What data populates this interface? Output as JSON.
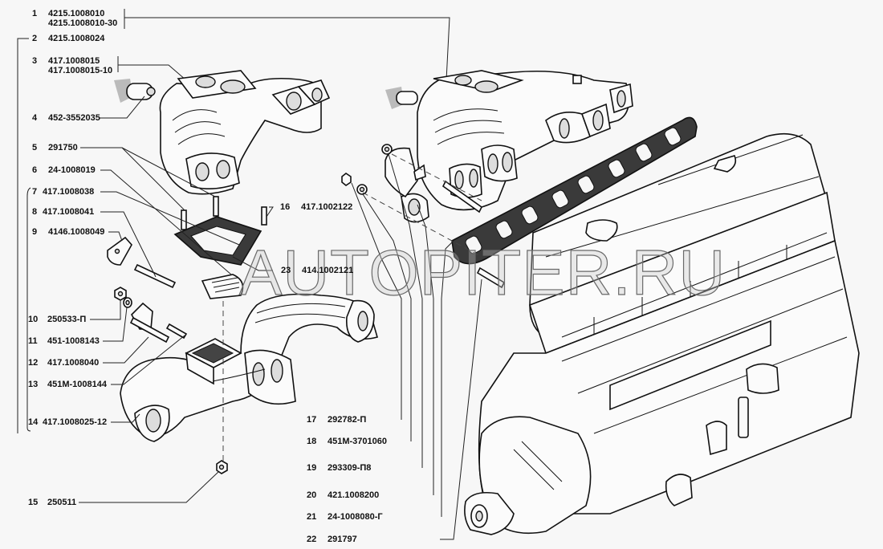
{
  "diagram": {
    "watermark": "AUTOPITER.RU",
    "callouts": [
      {
        "num": "1",
        "part_numbers": [
          "4215.1008010",
          "4215.1008010-30"
        ]
      },
      {
        "num": "2",
        "part_numbers": [
          "4215.1008024"
        ]
      },
      {
        "num": "3",
        "part_numbers": [
          "417.1008015",
          "417.1008015-10"
        ]
      },
      {
        "num": "4",
        "part_numbers": [
          "452-3552035"
        ]
      },
      {
        "num": "5",
        "part_numbers": [
          "291750"
        ]
      },
      {
        "num": "6",
        "part_numbers": [
          "24-1008019"
        ]
      },
      {
        "num": "7",
        "part_numbers": [
          "417.1008038"
        ]
      },
      {
        "num": "8",
        "part_numbers": [
          "417.1008041"
        ]
      },
      {
        "num": "9",
        "part_numbers": [
          "4146.1008049"
        ]
      },
      {
        "num": "10",
        "part_numbers": [
          "250533-П"
        ]
      },
      {
        "num": "11",
        "part_numbers": [
          "451-1008143"
        ]
      },
      {
        "num": "12",
        "part_numbers": [
          "417.1008040"
        ]
      },
      {
        "num": "13",
        "part_numbers": [
          "451М-1008144"
        ]
      },
      {
        "num": "14",
        "part_numbers": [
          "417.1008025-12"
        ]
      },
      {
        "num": "15",
        "part_numbers": [
          "250511"
        ]
      },
      {
        "num": "16",
        "part_numbers": [
          "417.1002122"
        ]
      },
      {
        "num": "17",
        "part_numbers": [
          "292782-П"
        ]
      },
      {
        "num": "18",
        "part_numbers": [
          "451М-3701060"
        ]
      },
      {
        "num": "19",
        "part_numbers": [
          "293309-П8"
        ]
      },
      {
        "num": "20",
        "part_numbers": [
          "421.1008200"
        ]
      },
      {
        "num": "21",
        "part_numbers": [
          "24-1008080-Г"
        ]
      },
      {
        "num": "22",
        "part_numbers": [
          "291797"
        ]
      },
      {
        "num": "23",
        "part_numbers": [
          "414.1002121"
        ]
      }
    ]
  }
}
